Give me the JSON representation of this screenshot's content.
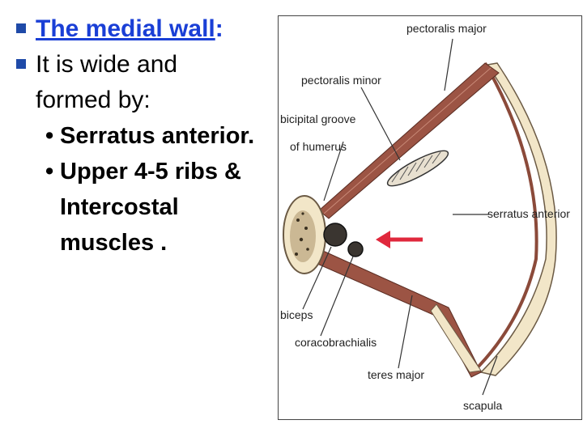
{
  "bullets": {
    "item1": {
      "title": "The medial wall",
      "colon": ":"
    },
    "item2": {
      "line1": "It is wide and",
      "line2": "formed by:"
    },
    "sub": [
      {
        "lines": [
          "Serratus anterior."
        ]
      },
      {
        "lines": [
          "Upper 4-5 ribs &",
          "Intercostal",
          "muscles ."
        ]
      }
    ]
  },
  "figure": {
    "labels": {
      "pectoralis_major": "pectoralis major",
      "pectoralis_minor": "pectoralis minor",
      "bicipital_groove_1": "bicipital groove",
      "bicipital_groove_2": "of humerus",
      "serratus_anterior": "serratus anterior",
      "biceps": "biceps",
      "coracobrachialis": "coracobrachialis",
      "teres_major": "teres major",
      "scapula": "scapula"
    },
    "colors": {
      "muscle": "#8b4a3a",
      "arrow": "#e0283c",
      "bone": "#f2e6c8"
    }
  }
}
